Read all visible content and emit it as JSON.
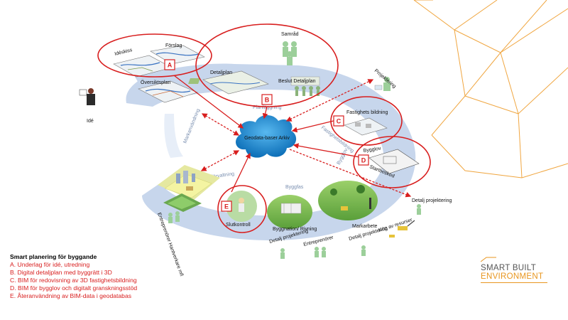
{
  "diagram": {
    "stage_labels": {
      "ideskiss": "Idéskiss",
      "forslag": "Förslag",
      "oversiktsplan": "Översiktsplan",
      "detaljplan": "Detaljplan",
      "beslut_detaljplan": "Beslut Detaljplan",
      "samrad": "Samråd",
      "projektering_top": "Projektering",
      "fastighetsbildning": "Fastighets bildning",
      "bygglov": "Bygglov",
      "startbesked": "Startbesked",
      "detalj_projektering_right": "Detalj projektering",
      "kop_av_resurser": "Köp av resurser",
      "markarbete": "Markarbete",
      "byggnation_rivning": "Byggnation/ Rivning",
      "slutkontroll": "Slutkontroll",
      "entreprenorer_hantverkare": "Entreprenörer Hantverkare mfl",
      "detalj_projektering_mid": "Detalj projektering",
      "entreprenorer_bottom": "Entreprenörer",
      "detalj_projektering_bottom": "Detalj projektering",
      "ide": "Idé",
      "geodata": "Geodata-baser Arkiv"
    },
    "ring_labels": {
      "markanvandning": "Markanvändning",
      "planlaggning": "Planläggning",
      "fastighetsbildning_ring": "Fastighetsbildning",
      "bygglov_ring": "Bygglov",
      "byggfas": "Byggfas",
      "forvaltning": "Förvaltning"
    },
    "badges": [
      "A",
      "B",
      "C",
      "D",
      "E"
    ],
    "colors": {
      "ring": "#c7d6ec",
      "highlight": "#d81e1e",
      "cloud": "#1d8fd8",
      "arrow": "#d81e1e",
      "accent": "#e8961f"
    }
  },
  "legend": {
    "title": "Smart planering för byggande",
    "items": [
      "A.  Underlag för idé, utredning",
      "B.  Digital detaljplan med byggrätt i 3D",
      "C.  BIM för redovisning av 3D fastighetsbildning",
      "D.  BIM för bygglov och digitalt granskningsstöd",
      "E.  Återanvändning av BIM-data i geodatabas"
    ]
  },
  "logo": {
    "line1": "SMART BUILT",
    "line2": "ENVIRONMENT"
  }
}
